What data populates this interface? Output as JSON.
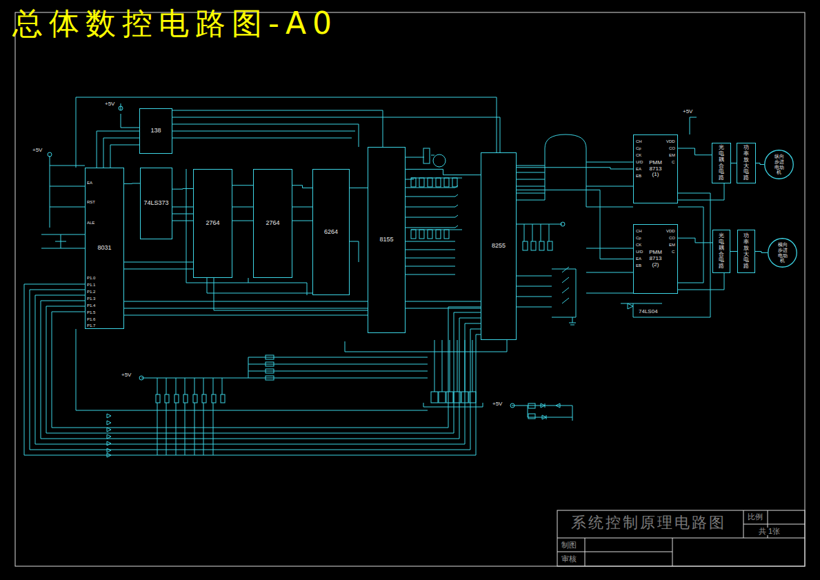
{
  "diagram": {
    "title": "总体数控电路图-A0",
    "nodes": [
      {
        "text": [
          "138"
        ]
      },
      {
        "text": [
          "8031"
        ]
      },
      {
        "text": [
          "74LS373"
        ]
      },
      {
        "text": [
          "2764"
        ]
      },
      {
        "text": [
          "2764"
        ]
      },
      {
        "text": [
          "6264"
        ]
      },
      {
        "text": [
          "8155"
        ]
      },
      {
        "text": [
          "8255"
        ]
      },
      {
        "text": [
          "PMM 8713 (1)"
        ]
      },
      {
        "text": [
          "PMM 8713 (2)"
        ]
      },
      {
        "text": [
          "光电耦合电路"
        ]
      },
      {
        "text": [
          "功率放大电路"
        ]
      },
      {
        "text": [
          "纵向步进电动机"
        ]
      },
      {
        "text": [
          "光电耦合电路"
        ]
      },
      {
        "text": [
          "功率放大电路"
        ]
      },
      {
        "text": [
          "横向步进电动机"
        ]
      }
    ],
    "edges": [
      {
        "from": 1,
        "to": 2,
        "arrow": "none"
      },
      {
        "from": 2,
        "to": 3,
        "arrow": "none"
      },
      {
        "from": 3,
        "to": 4,
        "arrow": "none"
      },
      {
        "from": 4,
        "to": 5,
        "arrow": "none"
      },
      {
        "from": 5,
        "to": 6,
        "arrow": "none"
      },
      {
        "from": 6,
        "to": 7,
        "arrow": "none"
      },
      {
        "from": 7,
        "to": 8,
        "arrow": "none"
      },
      {
        "from": 7,
        "to": 9,
        "arrow": "none"
      },
      {
        "from": 8,
        "to": 10,
        "arrow": "none"
      },
      {
        "from": 10,
        "to": 11,
        "arrow": "none"
      },
      {
        "from": 11,
        "to": 12,
        "arrow": "none"
      },
      {
        "from": 9,
        "to": 13,
        "arrow": "none"
      },
      {
        "from": 13,
        "to": 14,
        "arrow": "none"
      },
      {
        "from": 14,
        "to": 15,
        "arrow": "none"
      },
      {
        "from": 0,
        "to": 1,
        "arrow": "none"
      }
    ],
    "labels": [
      "+5V",
      "+5V",
      "+5V",
      "+5V",
      "+5V",
      "74LS04",
      "CH",
      "Cp",
      "CK",
      "U/D",
      "EA",
      "EB",
      "VDD",
      "CO",
      "EM",
      "C",
      "CH",
      "Cp",
      "CK",
      "U/D",
      "EA",
      "EB",
      "VDD",
      "CO",
      "EM",
      "C",
      "EA",
      "RST",
      "ALE",
      "P1.0",
      "P1.1",
      "P1.2",
      "P1.3",
      "P1.4",
      "P1.5",
      "P1.6",
      "P1.7",
      "系统控制原理电路图",
      "比例",
      "共 1张",
      "制图",
      "审核"
    ]
  }
}
